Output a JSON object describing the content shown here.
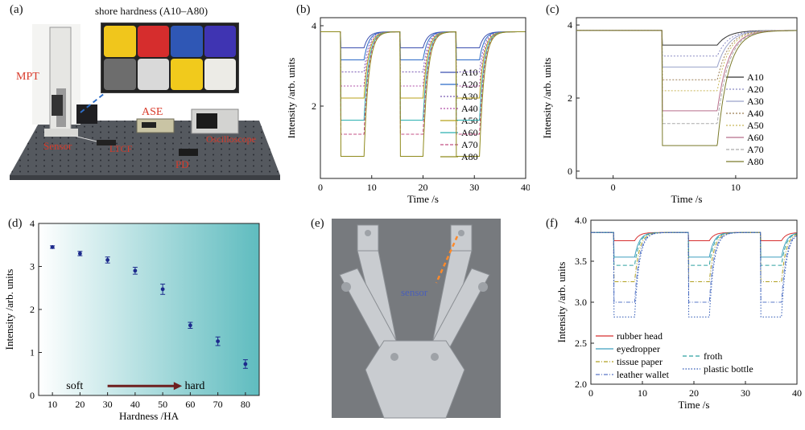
{
  "panel_labels": {
    "a": "(a)",
    "b": "(b)",
    "c": "(c)",
    "d": "(d)",
    "e": "(e)",
    "f": "(f)"
  },
  "panel_a": {
    "swatch_title": "shore hardness (A10–A80)",
    "labels": {
      "mpt": "MPT",
      "ase": "ASE",
      "sensor": "Sensor",
      "ltcf": "LTCF",
      "pd": "PD",
      "oscilloscope": "Oscilloscope"
    },
    "swatches": [
      {
        "color": "#f0c61c",
        "text": ""
      },
      {
        "color": "#d62d2d",
        "text": ""
      },
      {
        "color": "#2f57b5",
        "text": ""
      },
      {
        "color": "#3f34b2",
        "text": ""
      },
      {
        "color": "#6d6d6d",
        "text": ""
      },
      {
        "color": "#d9d9d9",
        "text": ""
      },
      {
        "color": "#f1ca1c",
        "text": ""
      },
      {
        "color": "#ecebe6",
        "text": ""
      }
    ]
  },
  "panel_e": {
    "sensor_label": "sensor"
  },
  "chart_data": [
    {
      "panel": "b",
      "type": "line",
      "xlabel": "Time /s",
      "ylabel": "Intensity /arb. units",
      "xlim": [
        0,
        40
      ],
      "ylim": [
        0.2,
        4.2
      ],
      "xticks": [
        0,
        10,
        20,
        30,
        40
      ],
      "yticks": [
        2,
        4
      ],
      "baseline": 3.85,
      "press_intervals": [
        [
          4,
          8.5
        ],
        [
          15.5,
          20
        ],
        [
          26.5,
          31
        ]
      ],
      "series": [
        {
          "name": "A10",
          "color": "#3b4fb0",
          "dash": "",
          "level": 3.45
        },
        {
          "name": "A20",
          "color": "#2b6ac7",
          "dash": "",
          "level": 3.15
        },
        {
          "name": "A30",
          "color": "#7a5bb5",
          "dash": "2,2",
          "level": 2.85
        },
        {
          "name": "A40",
          "color": "#b24fa7",
          "dash": "2,2",
          "level": 2.5
        },
        {
          "name": "A50",
          "color": "#b8a21a",
          "dash": "",
          "level": 2.2
        },
        {
          "name": "A60",
          "color": "#2ab0b0",
          "dash": "",
          "level": 1.65
        },
        {
          "name": "A70",
          "color": "#c45085",
          "dash": "4,2",
          "level": 1.3
        },
        {
          "name": "A80",
          "color": "#8f8a1c",
          "dash": "",
          "level": 0.75
        }
      ],
      "legend": "right"
    },
    {
      "panel": "c",
      "type": "line",
      "xlabel": "Time /s",
      "ylabel": "Intensity /arb. units",
      "xlim": [
        -3,
        15
      ],
      "ylim": [
        -0.2,
        4.2
      ],
      "xticks": [
        0,
        10
      ],
      "yticks": [
        0,
        2,
        4
      ],
      "baseline": 3.85,
      "press_intervals": [
        [
          4,
          8.5
        ]
      ],
      "series": [
        {
          "name": "A10",
          "color": "#333333",
          "dash": "",
          "level": 3.45
        },
        {
          "name": "A20",
          "color": "#8a8ac4",
          "dash": "2,2",
          "level": 3.15
        },
        {
          "name": "A30",
          "color": "#9aa2ca",
          "dash": "",
          "level": 2.85
        },
        {
          "name": "A40",
          "color": "#9c7e55",
          "dash": "2,2",
          "level": 2.5
        },
        {
          "name": "A50",
          "color": "#c9b85a",
          "dash": "2,2",
          "level": 2.2
        },
        {
          "name": "A60",
          "color": "#b86e8a",
          "dash": "",
          "level": 1.65
        },
        {
          "name": "A70",
          "color": "#aaaaaa",
          "dash": "4,2",
          "level": 1.3
        },
        {
          "name": "A80",
          "color": "#7a7a2a",
          "dash": "",
          "level": 0.7
        }
      ],
      "legend": "right"
    },
    {
      "panel": "d",
      "type": "scatter",
      "xlabel": "Hardness /HA",
      "ylabel": "Intensity /arb. units",
      "xlim": [
        5,
        85
      ],
      "ylim": [
        0,
        4
      ],
      "xticks": [
        10,
        20,
        30,
        40,
        50,
        60,
        70,
        80
      ],
      "yticks": [
        0,
        1,
        2,
        3,
        4
      ],
      "points": [
        {
          "x": 10,
          "y": 3.45,
          "err": 0.03
        },
        {
          "x": 20,
          "y": 3.3,
          "err": 0.05
        },
        {
          "x": 30,
          "y": 3.15,
          "err": 0.07
        },
        {
          "x": 40,
          "y": 2.9,
          "err": 0.08
        },
        {
          "x": 50,
          "y": 2.47,
          "err": 0.12
        },
        {
          "x": 60,
          "y": 1.63,
          "err": 0.07
        },
        {
          "x": 70,
          "y": 1.26,
          "err": 0.1
        },
        {
          "x": 80,
          "y": 0.73,
          "err": 0.1
        }
      ],
      "annotation_left": "soft",
      "annotation_right": "hard",
      "gradient": [
        "#ffffff",
        "#5fbcbf"
      ]
    },
    {
      "panel": "f",
      "type": "line",
      "xlabel": "Time /s",
      "ylabel": "Intensity /arb. units",
      "xlim": [
        0,
        40
      ],
      "ylim": [
        2.0,
        4.0
      ],
      "xticks": [
        0,
        10,
        20,
        30,
        40
      ],
      "yticks": [
        2.0,
        2.5,
        3.0,
        3.5,
        4.0
      ],
      "baseline": 3.85,
      "press_intervals": [
        [
          4.5,
          8.5
        ],
        [
          19,
          23
        ],
        [
          33,
          37
        ]
      ],
      "series": [
        {
          "name": "rubber head",
          "color": "#d62f2f",
          "dash": "",
          "level": 3.75
        },
        {
          "name": "eyedropper",
          "color": "#3f9fbf",
          "dash": "",
          "level": 3.55
        },
        {
          "name": "froth",
          "color": "#2fa0a0",
          "dash": "5,3",
          "level": 3.45
        },
        {
          "name": "tissue paper",
          "color": "#b0a020",
          "dash": "5,2,1,2",
          "level": 3.25
        },
        {
          "name": "leather wallet",
          "color": "#5a78c8",
          "dash": "5,2,1,2",
          "level": 3.0
        },
        {
          "name": "plastic bottle",
          "color": "#2d57b5",
          "dash": "1.5,2",
          "level": 2.82
        }
      ],
      "legend": "bottom"
    }
  ]
}
